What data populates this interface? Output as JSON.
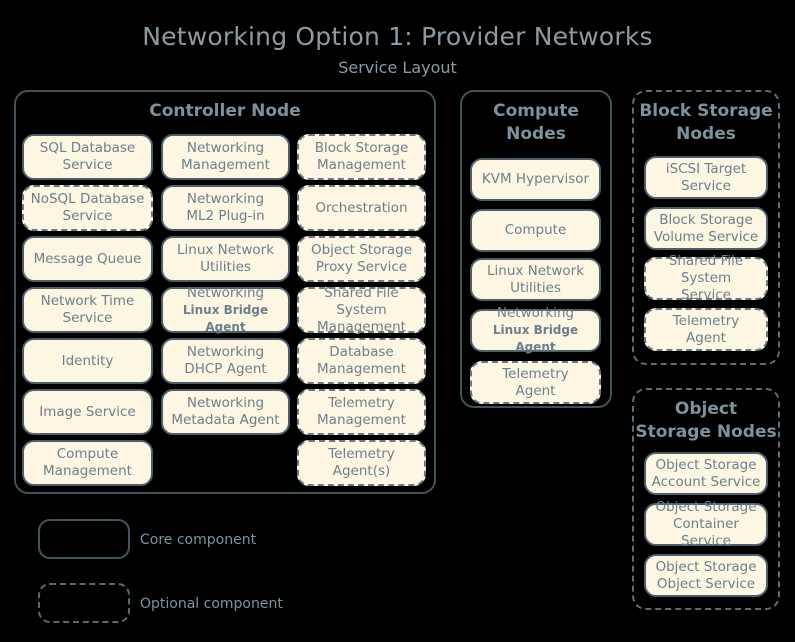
{
  "header": {
    "title": "Networking Option 1: Provider Networks",
    "subtitle": "Service Layout"
  },
  "panels": {
    "controller": {
      "title": "Controller Node",
      "style": "core",
      "columns": [
        [
          {
            "line1": "SQL Database",
            "line2": "Service",
            "style": "core"
          },
          {
            "line1": "NoSQL Database",
            "line2": "Service",
            "style": "optional"
          },
          {
            "line1": "Message Queue",
            "line2": "",
            "style": "core"
          },
          {
            "line1": "Network Time",
            "line2": "Service",
            "style": "core"
          },
          {
            "line1": "Identity",
            "line2": "",
            "style": "core"
          },
          {
            "line1": "Image Service",
            "line2": "",
            "style": "core"
          },
          {
            "line1": "Compute",
            "line2": "Management",
            "style": "core"
          }
        ],
        [
          {
            "line1": "Networking",
            "line2": "Management",
            "style": "core"
          },
          {
            "line1": "Networking",
            "line2": "ML2 Plug-in",
            "style": "core"
          },
          {
            "line1": "Linux Network",
            "line2": "Utilities",
            "style": "core"
          },
          {
            "line1": "Networking",
            "line2": "Linux Bridge Agent",
            "style": "core",
            "small_second": true
          },
          {
            "line1": "Networking",
            "line2": "DHCP Agent",
            "style": "core"
          },
          {
            "line1": "Networking",
            "line2": "Metadata Agent",
            "style": "core"
          }
        ],
        [
          {
            "line1": "Block Storage",
            "line2": "Management",
            "style": "optional"
          },
          {
            "line1": "Orchestration",
            "line2": "",
            "style": "optional"
          },
          {
            "line1": "Object Storage",
            "line2": "Proxy Service",
            "style": "optional"
          },
          {
            "line1": "Shared File System",
            "line2": "Management",
            "style": "optional"
          },
          {
            "line1": "Database",
            "line2": "Management",
            "style": "optional"
          },
          {
            "line1": "Telemetry",
            "line2": "Management",
            "style": "optional"
          },
          {
            "line1": "Telemetry",
            "line2": "Agent(s)",
            "style": "optional"
          }
        ]
      ]
    },
    "compute": {
      "title_line1": "Compute",
      "title_line2": "Nodes",
      "style": "core",
      "items": [
        {
          "line1": "KVM Hypervisor",
          "line2": "",
          "style": "core"
        },
        {
          "line1": "Compute",
          "line2": "",
          "style": "core"
        },
        {
          "line1": "Linux Network",
          "line2": "Utilities",
          "style": "core"
        },
        {
          "line1": "Networking",
          "line2": "Linux Bridge Agent",
          "style": "core",
          "small_second": true
        },
        {
          "line1": "Telemetry",
          "line2": "Agent",
          "style": "optional"
        }
      ]
    },
    "block_storage": {
      "title_line1": "Block Storage",
      "title_line2": "Nodes",
      "style": "optional",
      "items": [
        {
          "line1": "iSCSI Target",
          "line2": "Service",
          "style": "core"
        },
        {
          "line1": "Block Storage",
          "line2": "Volume Service",
          "style": "core"
        },
        {
          "line1": "Shared File System",
          "line2": "Service",
          "style": "optional"
        },
        {
          "line1": "Telemetry",
          "line2": "Agent",
          "style": "optional"
        }
      ]
    },
    "object_storage": {
      "title_line1": "Object",
      "title_line2": "Storage Nodes",
      "style": "optional",
      "items": [
        {
          "line1": "Object Storage",
          "line2": "Account Service",
          "style": "core"
        },
        {
          "line1": "Object Storage",
          "line2": "Container Service",
          "style": "core"
        },
        {
          "line1": "Object Storage",
          "line2": "Object Service",
          "style": "core"
        }
      ]
    }
  },
  "legend": {
    "core_label": "Core component",
    "optional_label": "Optional component"
  },
  "colors": {
    "background": "#000000",
    "box_fill": "#fdf6e3",
    "box_border": "#4e5f6b",
    "optional_border": "#6a7a85",
    "text": "#6c7f8c",
    "title_text": "#8b9ba6"
  }
}
